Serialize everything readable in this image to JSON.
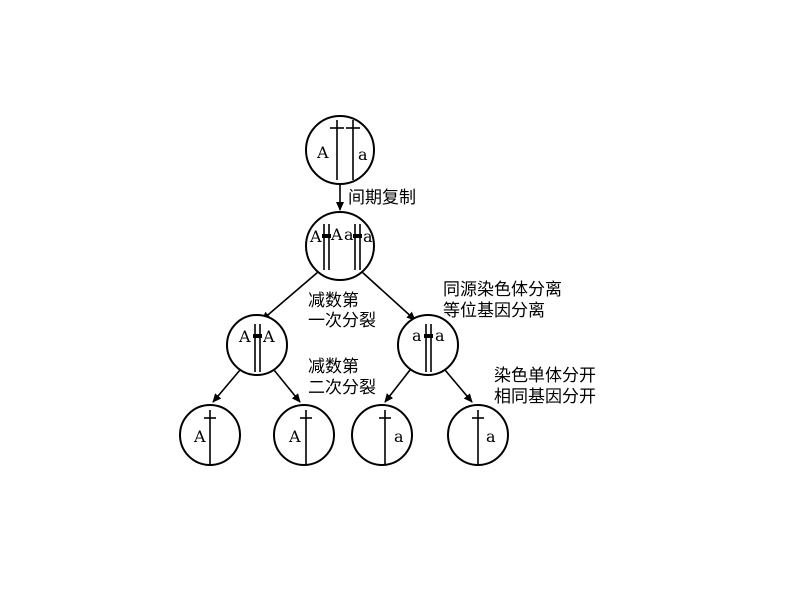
{
  "cells": {
    "parent": {
      "left_allele": "A",
      "right_allele": "a"
    },
    "replicated": {
      "alleles": [
        "A",
        "A",
        "a",
        "a"
      ]
    },
    "meiosis1_left": {
      "left_allele": "A",
      "right_allele": "A"
    },
    "meiosis1_right": {
      "left_allele": "a",
      "right_allele": "a"
    },
    "gamete1": {
      "allele": "A"
    },
    "gamete2": {
      "allele": "A"
    },
    "gamete3": {
      "allele": "a"
    },
    "gamete4": {
      "allele": "a"
    }
  },
  "labels": {
    "interphase": "间期复制",
    "meiosis1_line1": "减数第",
    "meiosis1_line2": "一次分裂",
    "meiosis2_line1": "减数第",
    "meiosis2_line2": "二次分裂",
    "homolog_sep_line1": "同源染色体分离",
    "homolog_sep_line2": "等位基因分离",
    "chromatid_sep_line1": "染色单体分开",
    "chromatid_sep_line2": "相同基因分开"
  }
}
